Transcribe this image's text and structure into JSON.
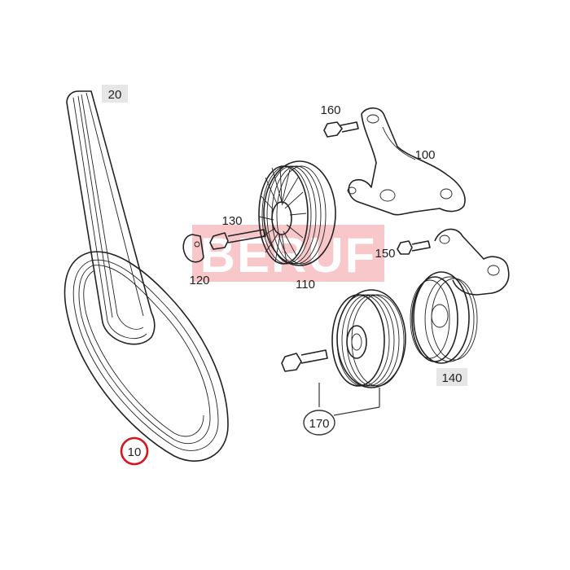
{
  "watermark": {
    "text": "BERUF",
    "color": "#f4b4b8"
  },
  "highlight_color": "#d8141c",
  "parts": [
    {
      "id": "belt-10",
      "label": "10"
    },
    {
      "id": "belt-20",
      "label": "20"
    },
    {
      "id": "bracket-100",
      "label": "100"
    },
    {
      "id": "pulley-110",
      "label": "110"
    },
    {
      "id": "cap-120",
      "label": "120"
    },
    {
      "id": "bolt-130",
      "label": "130"
    },
    {
      "id": "tensioner-140",
      "label": "140"
    },
    {
      "id": "bolt-150",
      "label": "150"
    },
    {
      "id": "bolt-160",
      "label": "160"
    },
    {
      "id": "idler-170",
      "label": "170"
    }
  ]
}
